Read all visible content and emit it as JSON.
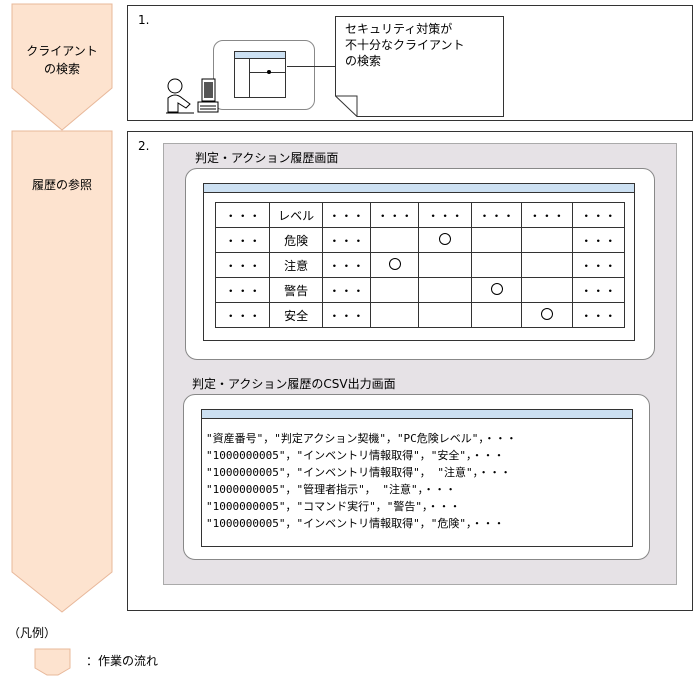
{
  "steps": [
    {
      "label": "クライアント\nの検索"
    },
    {
      "label": "履歴の参照"
    }
  ],
  "panel1": {
    "number": "1.",
    "callout": [
      "セキュリティ対策が",
      "不十分なクライアント",
      "の検索"
    ]
  },
  "panel2": {
    "number": "2.",
    "history_title": "判定・アクション履歴画面",
    "csv_title": "判定・アクション履歴のCSV出力画面",
    "table": {
      "header": [
        "・・・",
        "レベル",
        "・・・",
        "・・・",
        "・・・",
        "・・・",
        "・・・",
        "・・・"
      ],
      "rows": [
        {
          "c0": "・・・",
          "level": "危険",
          "c2": "・・・",
          "circle_col": 4,
          "last": "・・・"
        },
        {
          "c0": "・・・",
          "level": "注意",
          "c2": "・・・",
          "circle_col": 3,
          "last": "・・・"
        },
        {
          "c0": "・・・",
          "level": "警告",
          "c2": "・・・",
          "circle_col": 5,
          "last": "・・・"
        },
        {
          "c0": "・・・",
          "level": "安全",
          "c2": "・・・",
          "circle_col": 6,
          "last": "・・・"
        }
      ]
    },
    "csv_lines": [
      "\"資産番号\"，\"判定アクション契機\"，\"PC危険レベル\"，・・・",
      "\"1000000005\"，\"インベントリ情報取得\"，\"安全\"，・・・",
      "\"1000000005\"，\"インベントリ情報取得\"， \"注意\"，・・・",
      "\"1000000005\"，\"管理者指示\"， \"注意\"，・・・",
      "\"1000000005\"，\"コマンド実行\"，\"警告\"，・・・",
      "\"1000000005\"，\"インベントリ情報取得\"，\"危険\"，・・・"
    ]
  },
  "legend": {
    "title": "（凡例）",
    "item": "：作業の流れ"
  },
  "colors": {
    "flow": "#fde3cf",
    "flow_border": "#e8b89a",
    "window_bar": "#cce0f2",
    "gray_panel": "#e6e2e6"
  }
}
